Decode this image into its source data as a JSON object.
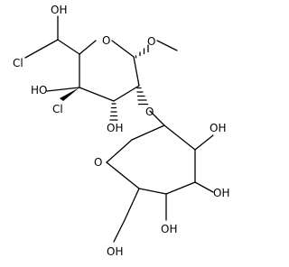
{
  "molecule": {
    "labels": {
      "ring1_oxygen": "O",
      "glycosidic_oxygen": "O",
      "ring2_oxygen": "O",
      "hemiacetal_oh": "OH",
      "chloro_top": "Cl",
      "c4_oh": "HO",
      "c4_cl": "Cl",
      "c3_oh": "OH",
      "ring2_c2_oh": "OH",
      "ring2_c3_oh": "OH",
      "ring2_c4_oh": "OH",
      "ring2_c6_oh": "OH"
    }
  }
}
